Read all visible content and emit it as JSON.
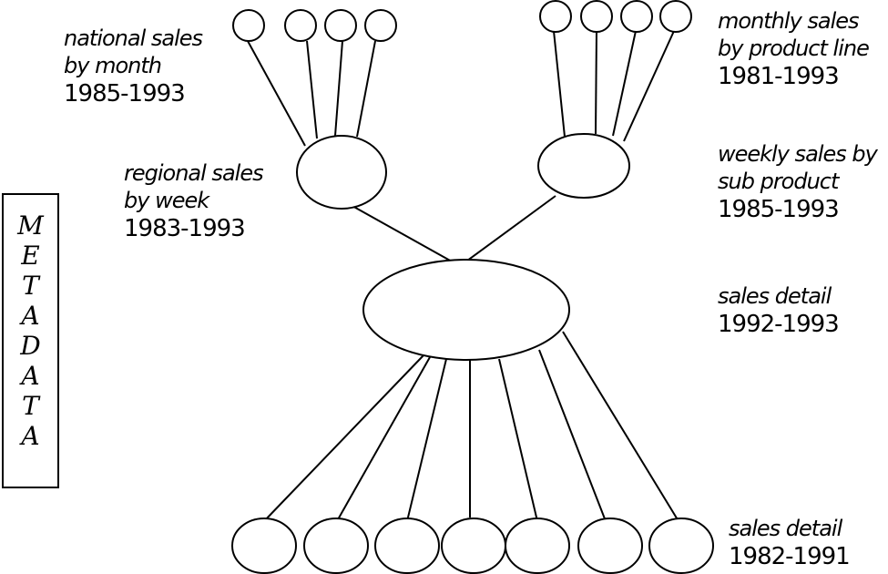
{
  "metadata": {
    "letters": [
      "M",
      "E",
      "T",
      "A",
      "D",
      "A",
      "T",
      "A"
    ]
  },
  "labels": {
    "national_sales": {
      "line1": "national sales",
      "line2": "by month",
      "years": "1985-1993"
    },
    "regional_sales": {
      "line1": "regional sales",
      "line2": "by week",
      "years": "1983-1993"
    },
    "monthly_sales": {
      "line1": "monthly sales",
      "line2": "by product line",
      "years": "1981-1993"
    },
    "weekly_sales": {
      "line1": "weekly sales by",
      "line2": "sub product",
      "years": "1985-1993"
    },
    "sales_detail_current": {
      "line1": "sales detail",
      "years": "1992-1993"
    },
    "sales_detail_old": {
      "line1": "sales detail",
      "years": "1982-1991"
    }
  },
  "colors": {
    "stroke": "#000000",
    "background": "#ffffff"
  }
}
